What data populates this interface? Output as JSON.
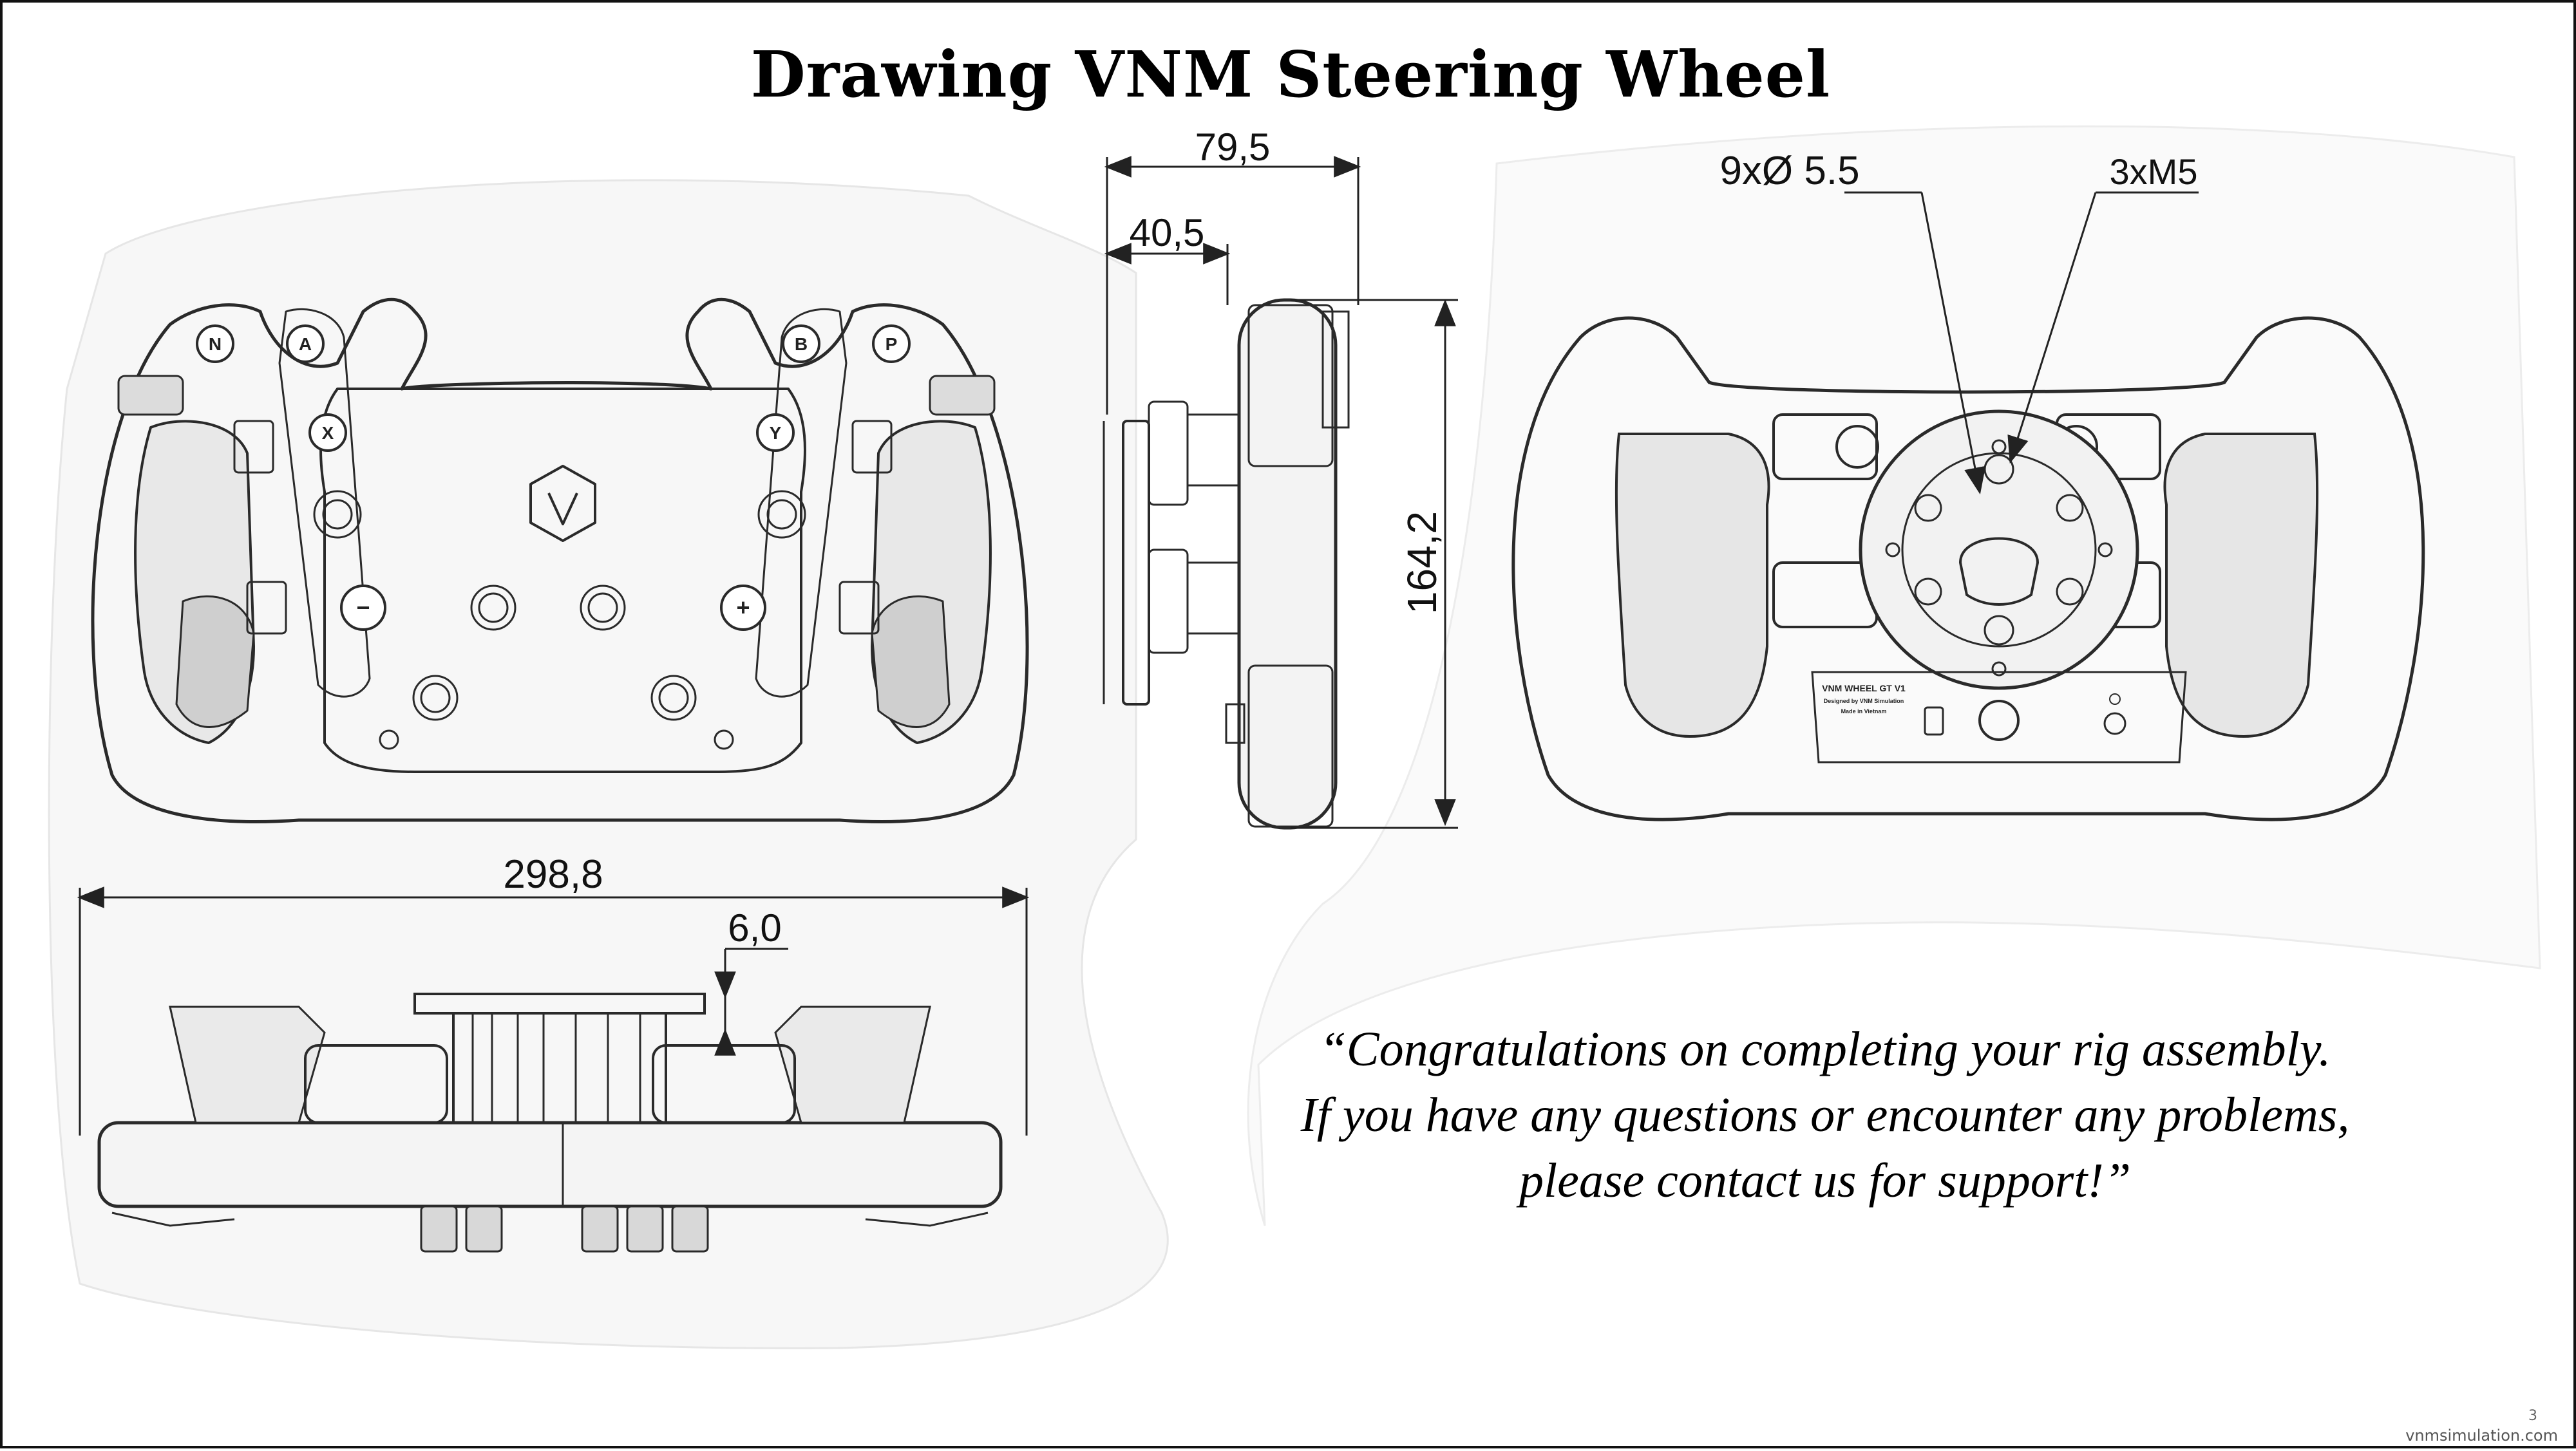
{
  "title": "Drawing VNM Steering Wheel",
  "dimensions": {
    "depth_total": "79,5",
    "depth_partial": "40,5",
    "height": "164,2",
    "width": "298,8",
    "offset": "6,0",
    "holes": "9xØ 5.5",
    "threads": "3xM5"
  },
  "front_buttons": {
    "n": "N",
    "a": "A",
    "b": "B",
    "p": "P",
    "x": "X",
    "y": "Y",
    "minus": "−",
    "plus": "+"
  },
  "back_labels": {
    "model": "VNM WHEEL GT V1",
    "designed": "Designed by VNM Simulation",
    "made": "Made in Vietnam"
  },
  "quote": {
    "line1": "“Congratulations on completing your rig assembly.",
    "line2": "If you have any questions or encounter any problems,",
    "line3": "please contact us for support!”"
  },
  "footer": {
    "page_number": "3",
    "website": "vnmsimulation.com"
  }
}
